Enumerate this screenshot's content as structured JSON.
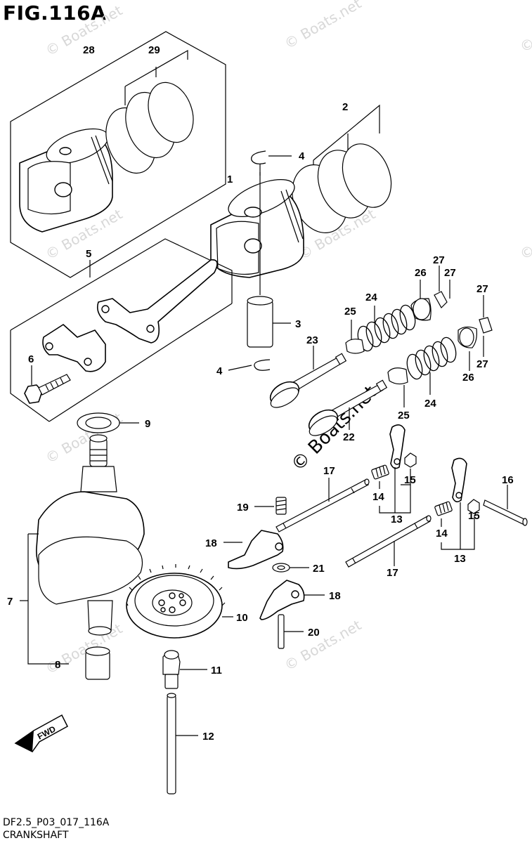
{
  "figure": {
    "title": "FIG.116A",
    "code": "DF2.5_P03_017_116A",
    "name": "CRANKSHAFT"
  },
  "watermarks": {
    "small": "© Boats.net",
    "big": "© Boats.net"
  },
  "direction_badge": {
    "label": "FWD"
  },
  "callouts": [
    {
      "id": "c28",
      "text": "28"
    },
    {
      "id": "c29",
      "text": "29"
    },
    {
      "id": "c2",
      "text": "2"
    },
    {
      "id": "c4a",
      "text": "4"
    },
    {
      "id": "c1",
      "text": "1"
    },
    {
      "id": "c5",
      "text": "5"
    },
    {
      "id": "c3",
      "text": "3"
    },
    {
      "id": "c4b",
      "text": "4"
    },
    {
      "id": "c6",
      "text": "6"
    },
    {
      "id": "c27a",
      "text": "27"
    },
    {
      "id": "c27b",
      "text": "27"
    },
    {
      "id": "c26a",
      "text": "26"
    },
    {
      "id": "c24a",
      "text": "24"
    },
    {
      "id": "c25a",
      "text": "25"
    },
    {
      "id": "c23",
      "text": "23"
    },
    {
      "id": "c27c",
      "text": "27"
    },
    {
      "id": "c27d",
      "text": "27"
    },
    {
      "id": "c26b",
      "text": "26"
    },
    {
      "id": "c24b",
      "text": "24"
    },
    {
      "id": "c25b",
      "text": "25"
    },
    {
      "id": "c22",
      "text": "22"
    },
    {
      "id": "c9",
      "text": "9"
    },
    {
      "id": "c17a",
      "text": "17"
    },
    {
      "id": "c15a",
      "text": "15"
    },
    {
      "id": "c14a",
      "text": "14"
    },
    {
      "id": "c13a",
      "text": "13"
    },
    {
      "id": "c16",
      "text": "16"
    },
    {
      "id": "c19",
      "text": "19"
    },
    {
      "id": "c15b",
      "text": "15"
    },
    {
      "id": "c14b",
      "text": "14"
    },
    {
      "id": "c13b",
      "text": "13"
    },
    {
      "id": "c18a",
      "text": "18"
    },
    {
      "id": "c21",
      "text": "21"
    },
    {
      "id": "c17b",
      "text": "17"
    },
    {
      "id": "c7",
      "text": "7"
    },
    {
      "id": "c18b",
      "text": "18"
    },
    {
      "id": "c10",
      "text": "10"
    },
    {
      "id": "c20",
      "text": "20"
    },
    {
      "id": "c8",
      "text": "8"
    },
    {
      "id": "c11",
      "text": "11"
    },
    {
      "id": "c12",
      "text": "12"
    }
  ]
}
